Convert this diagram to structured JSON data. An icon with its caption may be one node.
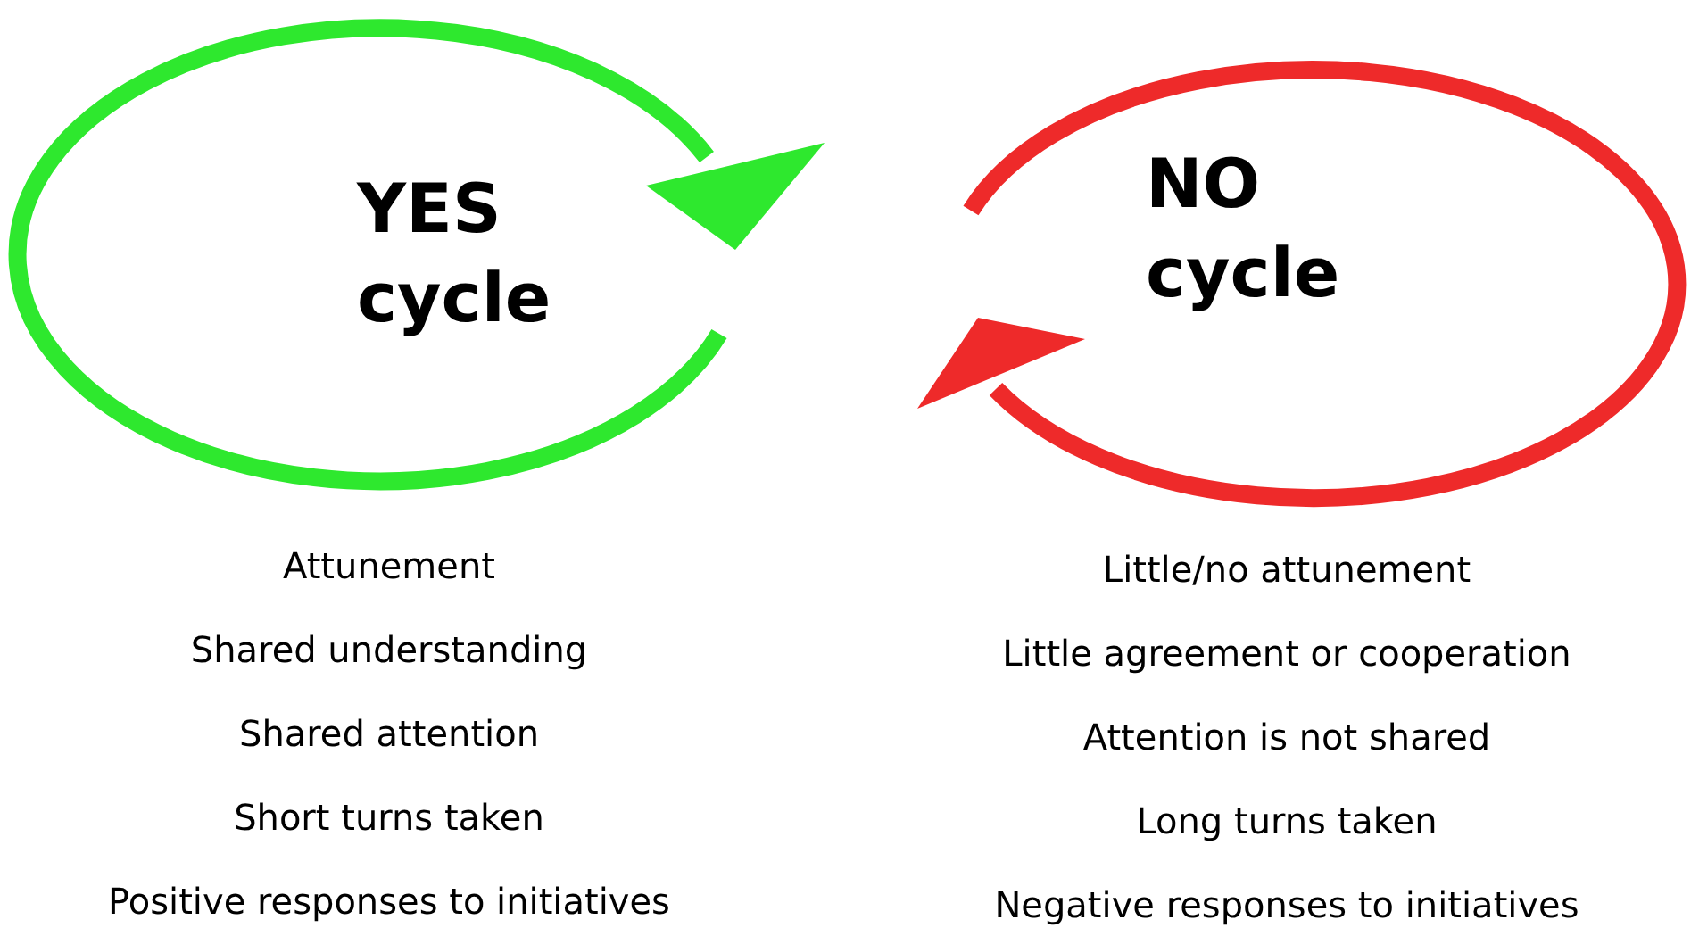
{
  "diagram": {
    "nodes": [
      {
        "text": [
          "YES cycle"
        ],
        "beside": [
          "Attunement",
          "Shared understanding",
          "Shared attention",
          "Short turns taken",
          "Positive responses to initiatives"
        ]
      },
      {
        "text": [
          "NO cycle"
        ],
        "beside": [
          "Little/no attunement",
          "Little agreement or cooperation",
          "Attention is not shared",
          "Long turns taken",
          "Negative responses to initiatives"
        ]
      }
    ]
  }
}
